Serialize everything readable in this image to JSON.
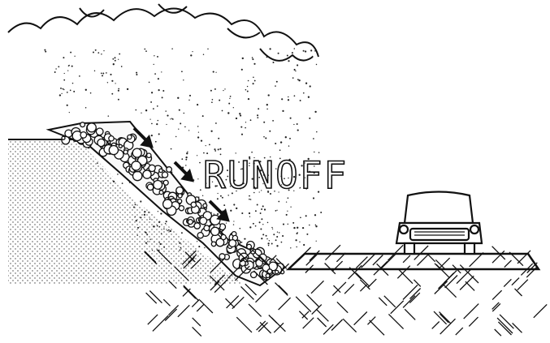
{
  "diagram": {
    "label": "RUNOFF",
    "colors": {
      "ink": "#111111",
      "background": "#ffffff"
    },
    "elements": [
      "cloud",
      "rain",
      "hillside",
      "rock-debris-runoff",
      "flow-arrows",
      "road",
      "car",
      "hatched-ground"
    ]
  }
}
